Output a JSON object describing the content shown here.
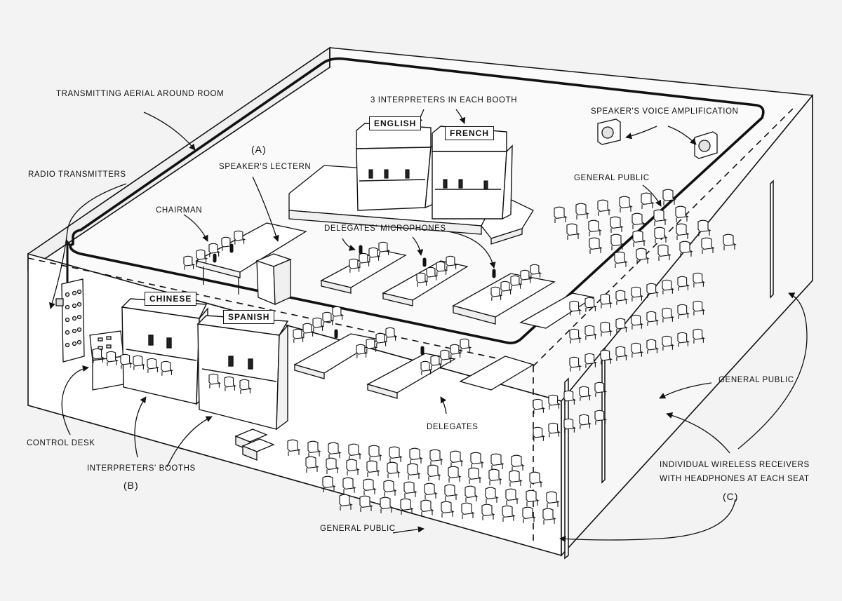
{
  "labels": {
    "transmitting_aerial": "TRANSMITTING AERIAL AROUND ROOM",
    "radio_transmitters": "RADIO TRANSMITTERS",
    "interpreters_each_booth": "3 INTERPRETERS IN EACH BOOTH",
    "speakers_voice_amp": "SPEAKER'S VOICE AMPLIFICATION",
    "marker_a": "(A)",
    "speakers_lectern": "SPEAKER'S LECTERN",
    "chairman": "CHAIRMAN",
    "delegates_microphones": "DELEGATES' MICROPHONES",
    "general_public_back": "GENERAL PUBLIC",
    "general_public_right": "GENERAL PUBLIC",
    "general_public_front": "GENERAL PUBLIC",
    "delegates": "DELEGATES",
    "control_desk": "CONTROL DESK",
    "interpreters_booths": "INTERPRETERS' BOOTHS",
    "marker_b": "(B)",
    "wireless_line1": "INDIVIDUAL WIRELESS RECEIVERS",
    "wireless_line2": "WITH HEADPHONES AT EACH SEAT",
    "marker_c": "(C)"
  },
  "booths": {
    "english": "ENGLISH",
    "french": "FRENCH",
    "chinese": "CHINESE",
    "spanish": "SPANISH"
  },
  "colors": {
    "ink": "#111111",
    "paper": "#f3f3f3",
    "fill": "#ffffff"
  }
}
